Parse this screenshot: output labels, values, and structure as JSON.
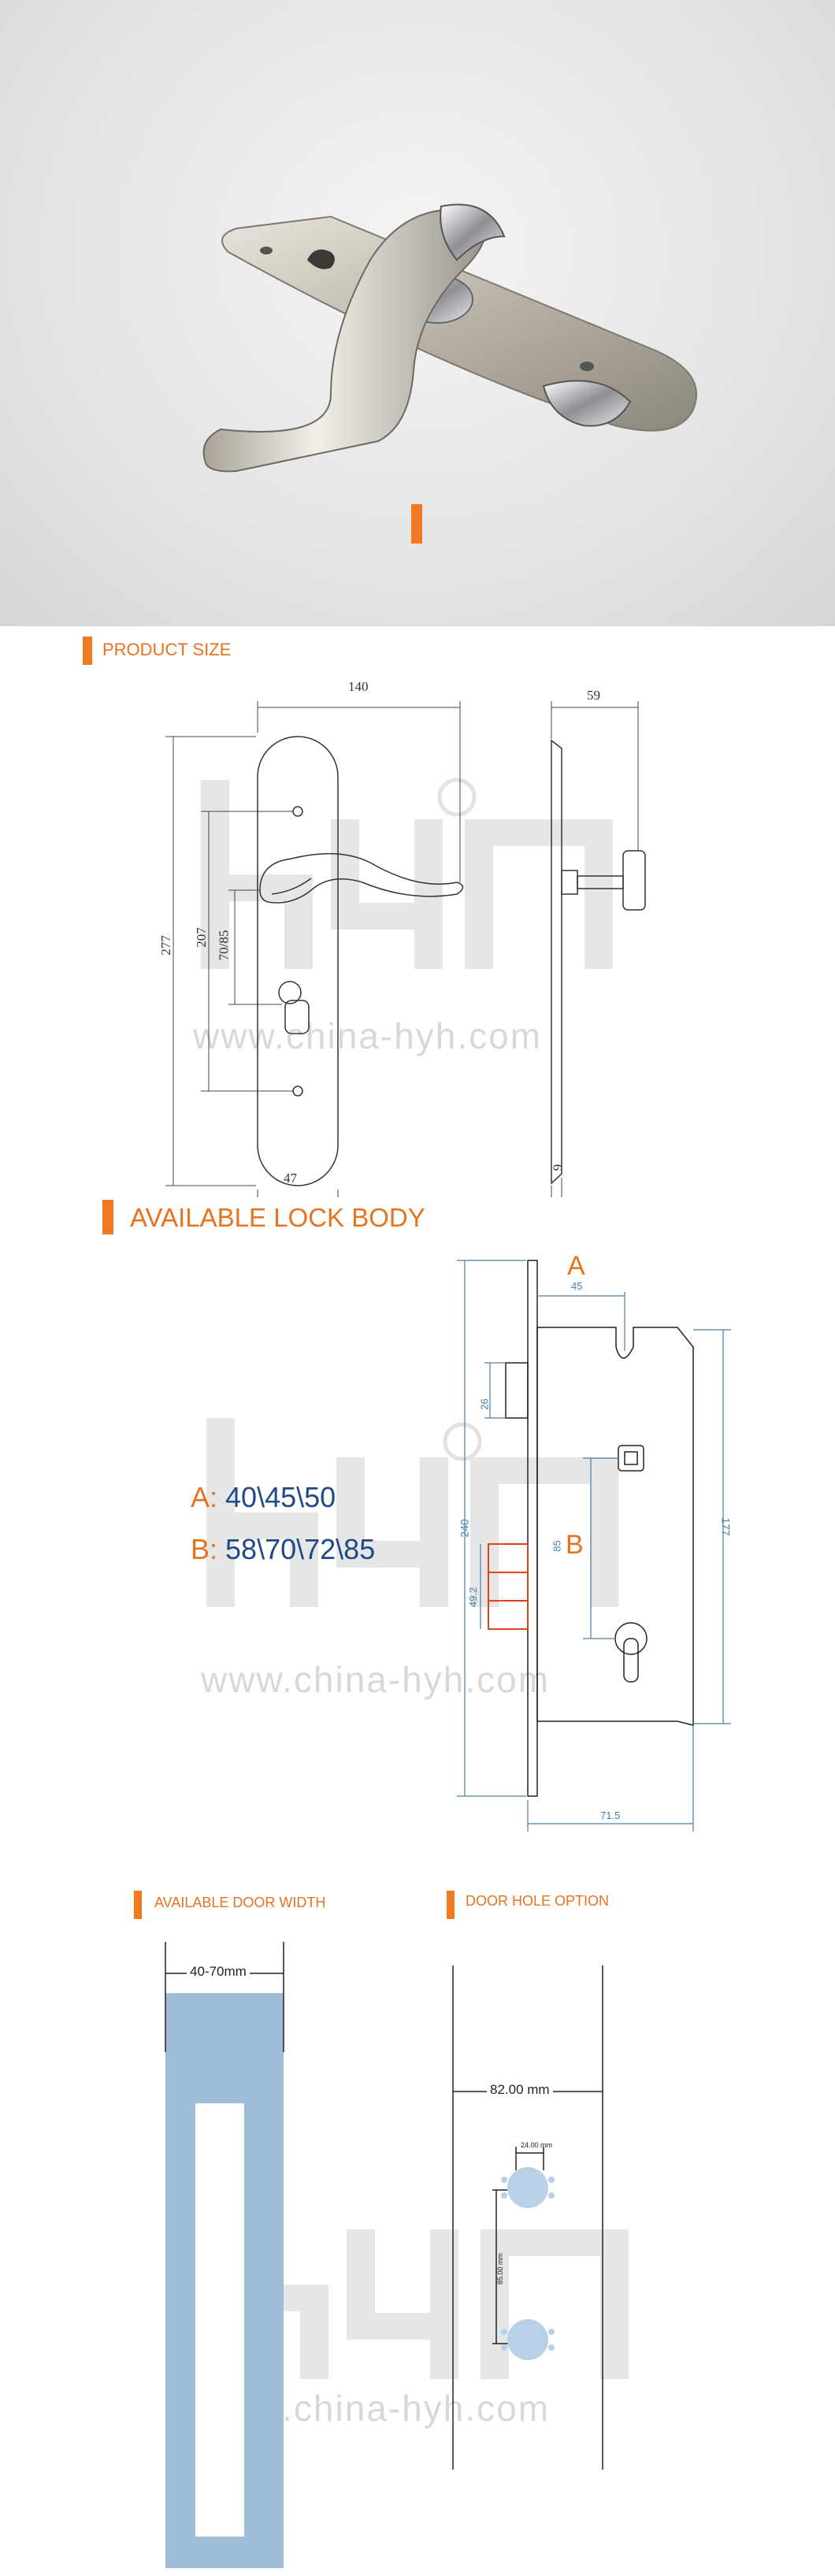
{
  "brand": {
    "watermark_logo": "hyh",
    "watermark_url": "www.china-hyh.com"
  },
  "colors": {
    "accent": "#f07a22",
    "drawing_line": "#333333",
    "lock_blue": "#4a7fa8",
    "door_blue": "#9fbdd8",
    "hole_blue": "#b9d1e6"
  },
  "product_size": {
    "title": "PRODUCT SIZE",
    "dims": {
      "width_top": "140",
      "side_depth": "59",
      "height": "277",
      "hole_spacing": "207",
      "cyl_spacing": "70/85",
      "bottom_width": "47",
      "plate_thickness": "9"
    }
  },
  "lock_body": {
    "title": "AVAILABLE LOCK BODY",
    "spec_a_letter": "A:",
    "spec_a_values": "40\\45\\50",
    "spec_b_letter": "B:",
    "spec_b_values": "58\\70\\72\\85",
    "dims": {
      "a_label": "A",
      "b_label": "B",
      "top": "45",
      "left_small": "26",
      "height_total": "240",
      "height_body": "177",
      "mid": "85",
      "latch": "49.2",
      "bottom": "71.5"
    }
  },
  "door_width": {
    "title": "AVAILABLE DOOR WIDTH",
    "range": "40-70mm"
  },
  "door_hole": {
    "title": "DOOR HOLE OPTION",
    "width": "82.00 mm",
    "small_top": "24.00 mm",
    "vertical": "85.00 mm"
  }
}
